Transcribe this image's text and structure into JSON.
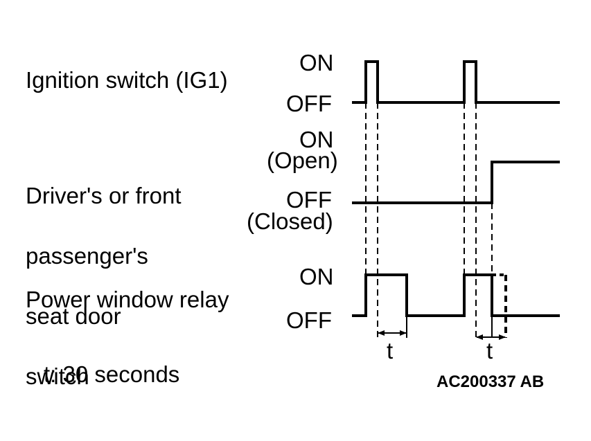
{
  "signals": {
    "ignition": {
      "label": "Ignition switch (IG1)",
      "on": "ON",
      "off": "OFF"
    },
    "door": {
      "label_lines": [
        "Driver's or front",
        "passenger's",
        "seat door",
        "switch"
      ],
      "on": "ON",
      "on_sub": "(Open)",
      "off": "OFF",
      "off_sub": "(Closed)"
    },
    "relay": {
      "label": "Power window relay",
      "on": "ON",
      "off": "OFF"
    }
  },
  "interval_marks": [
    "t",
    "t"
  ],
  "legend": "t: 30 seconds",
  "figure_code": "AC200337 AB",
  "colors": {
    "line": "#000000",
    "background": "#ffffff"
  }
}
